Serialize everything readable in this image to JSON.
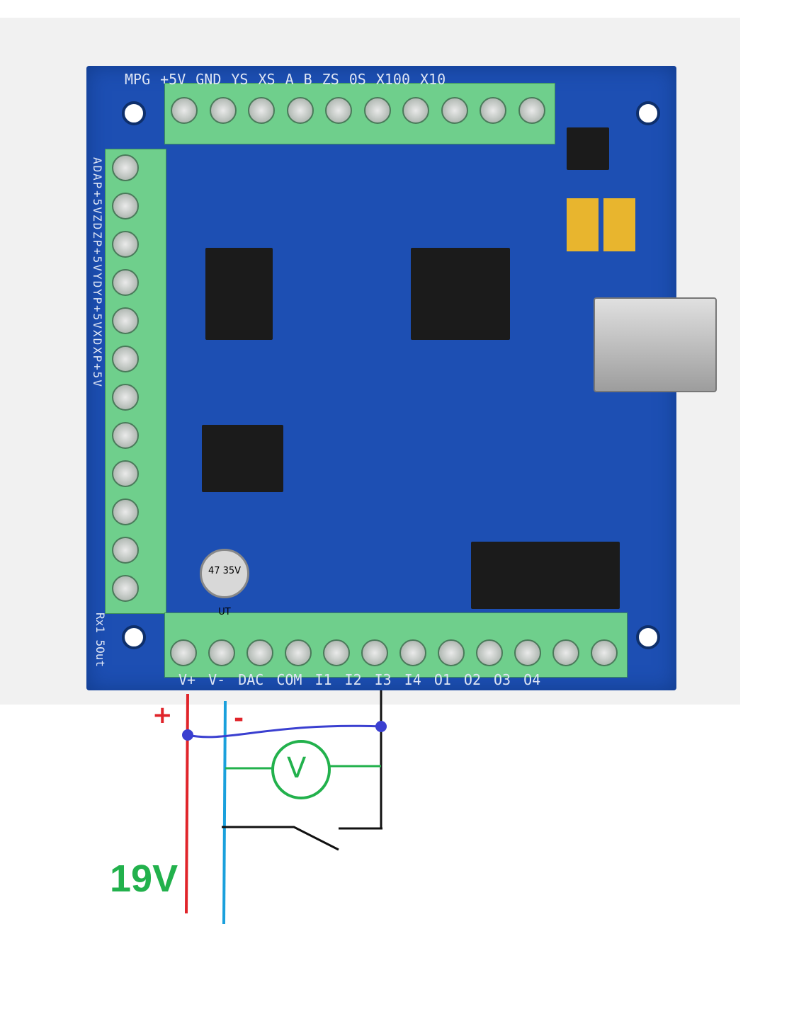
{
  "board": {
    "top_labels": [
      "MPG",
      "+5V",
      "GND",
      "YS",
      "XS",
      "A",
      "B",
      "ZS",
      "0S",
      "X100",
      "X10"
    ],
    "left_labels": [
      "AD",
      "AP",
      "+5V",
      "ZD",
      "ZP",
      "+5V",
      "YD",
      "YP",
      "+5V",
      "XD",
      "XP",
      "+5V"
    ],
    "left_bottom_label": "Rx1 5Out",
    "bottom_labels": [
      "V+",
      "V-",
      "DAC",
      "COM",
      "I1",
      "I2",
      "I3",
      "I4",
      "O1",
      "O2",
      "O3",
      "O4"
    ],
    "capacitor_label": "47 35V UT"
  },
  "annotations": {
    "plus": "+",
    "minus": "-",
    "voltmeter": "V",
    "supply": "19V"
  },
  "colors": {
    "board": "#1d4fb3",
    "terminal": "#6fcf8c",
    "plus_wire": "#e0242a",
    "minus_wire": "#1aa0dc",
    "jumper": "#3a3fd0",
    "voltmeter": "#22b14c",
    "switch": "#111111"
  }
}
